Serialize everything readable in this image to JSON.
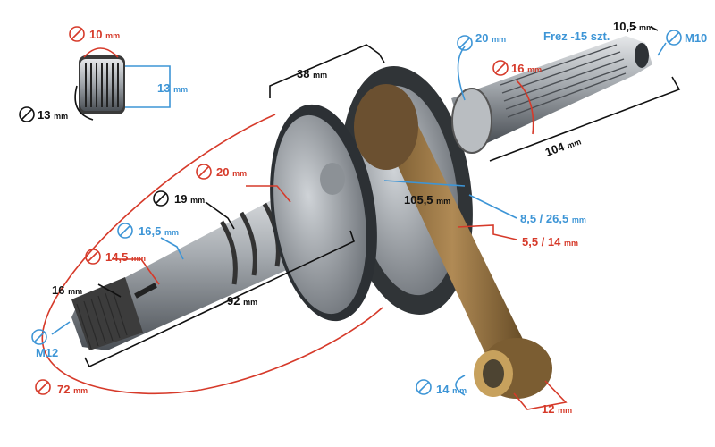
{
  "colors": {
    "red": "#d63a2a",
    "blue": "#3d95d6",
    "black": "#111111",
    "steel": "#9ea3a8",
    "bronze": "#8a6a3a"
  },
  "icons": [
    "diameter-symbol"
  ],
  "labels": {
    "bearing_inner_dia": "10",
    "bearing_outer_dia": "13",
    "bearing_length": "13",
    "flywheel_width": "38",
    "spline_dia": "20",
    "spline_teeth": "Frez -15 szt.",
    "spline_tip_len": "10,5",
    "thread_right": "M10",
    "cone_dia": "16",
    "right_shaft_len": "104",
    "journal_dia_left": "20",
    "stub_dia": "19",
    "seat_dia": "16,5",
    "taper_dia": "14,5",
    "thread_len_left": "16",
    "thread_left": "M12",
    "left_shaft_len": "92",
    "crank_centres": "105,5",
    "big_end_width": "8,5 / 26,5",
    "big_end_offset": "5,5 / 14",
    "flywheel_dia": "72",
    "small_end_dia": "14",
    "small_end_width": "12"
  },
  "unit": "mm"
}
